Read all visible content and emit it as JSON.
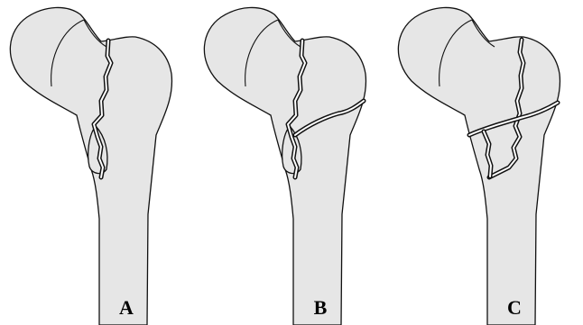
{
  "panels": [
    {
      "label": "A"
    },
    {
      "label": "B"
    },
    {
      "label": "C"
    }
  ],
  "colors": {
    "bone": "#e6e6e6",
    "outline": "#111111",
    "background": "#ffffff"
  }
}
